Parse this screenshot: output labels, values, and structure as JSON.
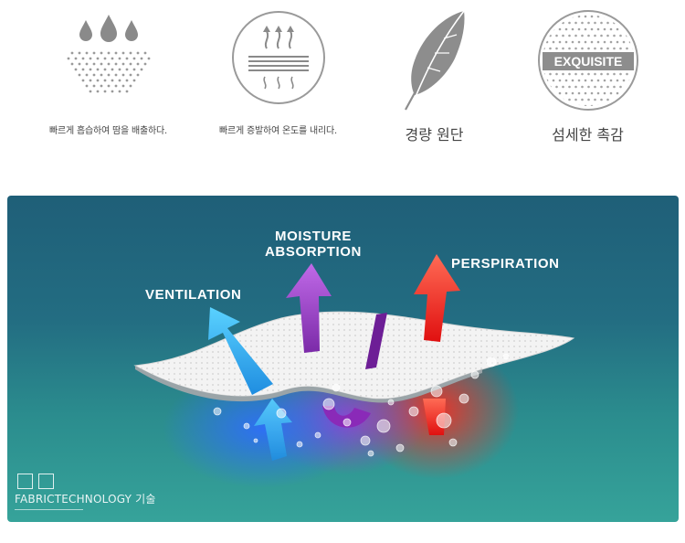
{
  "features": [
    {
      "icon": "water-drops-icon",
      "caption": "빠르게 흡습하여 땀을 배출하다."
    },
    {
      "icon": "evaporation-icon",
      "caption": "빠르게 증발하여 온도를 내리다."
    },
    {
      "icon": "feather-icon",
      "caption": "경량 원단"
    },
    {
      "icon": "exquisite-badge-icon",
      "caption": "섬세한 촉감",
      "badge_text": "EXQUISITE"
    }
  ],
  "diagram": {
    "labels": {
      "ventilation": "VENTILATION",
      "moisture_line1": "MOISTURE",
      "moisture_line2": "ABSORPTION",
      "perspiration": "PERSPIRATION"
    },
    "colors": {
      "ventilation": "#3fc0f0",
      "moisture": "#9b3fc8",
      "perspiration": "#ff2a1e",
      "fabric": "#f2f2f2",
      "background_top": "#1f5f78",
      "background_bottom": "#36a39a"
    }
  },
  "footer": {
    "brand": "FABRICTECHNOLOGY 기술"
  }
}
